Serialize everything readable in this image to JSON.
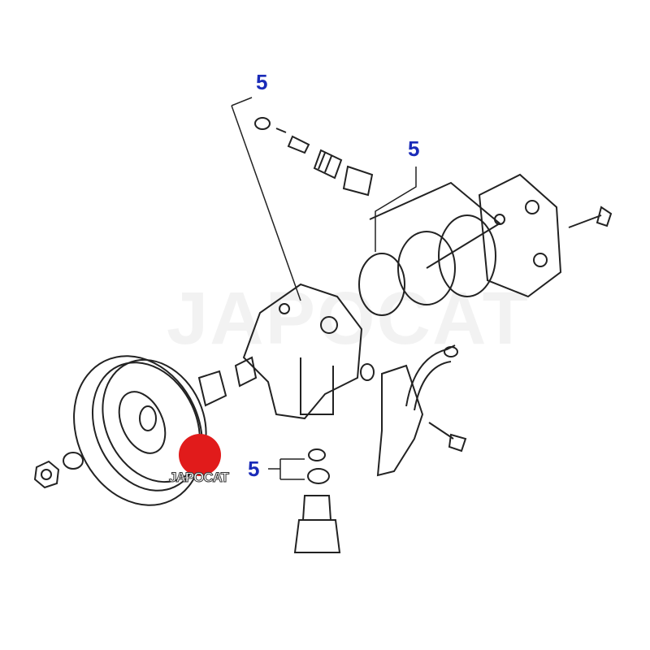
{
  "diagram": {
    "callouts": [
      "5",
      "5",
      "5"
    ],
    "callout_lower": "5",
    "watermark": "JAPOCAT",
    "logo_text": "JAPOCAT",
    "colors": {
      "callout": "#1a2bb8",
      "logo": "#e11b1b",
      "line": "#222222"
    }
  }
}
